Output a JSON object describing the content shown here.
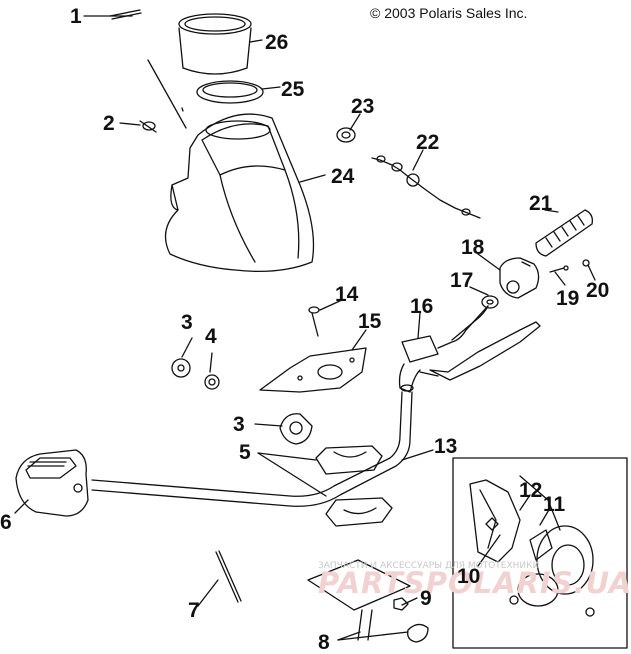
{
  "copyright": "© 2003 Polaris Sales Inc.",
  "watermark": {
    "line": "ЗАПЧАСТИ И АКСЕССУАРЫ ДЛЯ МОТОТЕХНИКИ",
    "brand": "PARTSPOLARIS.UA"
  },
  "callouts": {
    "c1": "1",
    "c2": "2",
    "c3a": "3",
    "c3b": "3",
    "c4": "4",
    "c5": "5",
    "c6": "6",
    "c7": "7",
    "c8": "8",
    "c9": "9",
    "c10": "10",
    "c11": "11",
    "c12": "12",
    "c13": "13",
    "c14": "14",
    "c15": "15",
    "c16": "16",
    "c17": "17",
    "c18": "18",
    "c19": "19",
    "c20": "20",
    "c21": "21",
    "c22": "22",
    "c23": "23",
    "c24": "24",
    "c25": "25",
    "c26": "26"
  },
  "colors": {
    "ink": "#111111",
    "watermark_brand": "#f1d2d0",
    "watermark_line": "#c9c9c9"
  }
}
